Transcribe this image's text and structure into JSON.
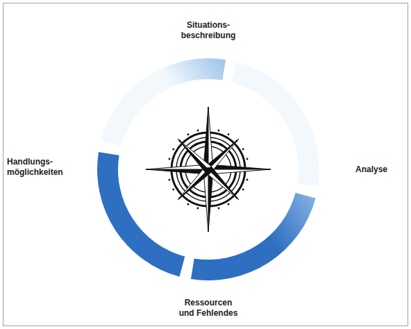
{
  "diagram": {
    "labels": [
      "Situations- beschreibung",
      "Analyse",
      "Ressourcen und Fehlendes",
      "Handlungs- möglichkeiten"
    ]
  }
}
